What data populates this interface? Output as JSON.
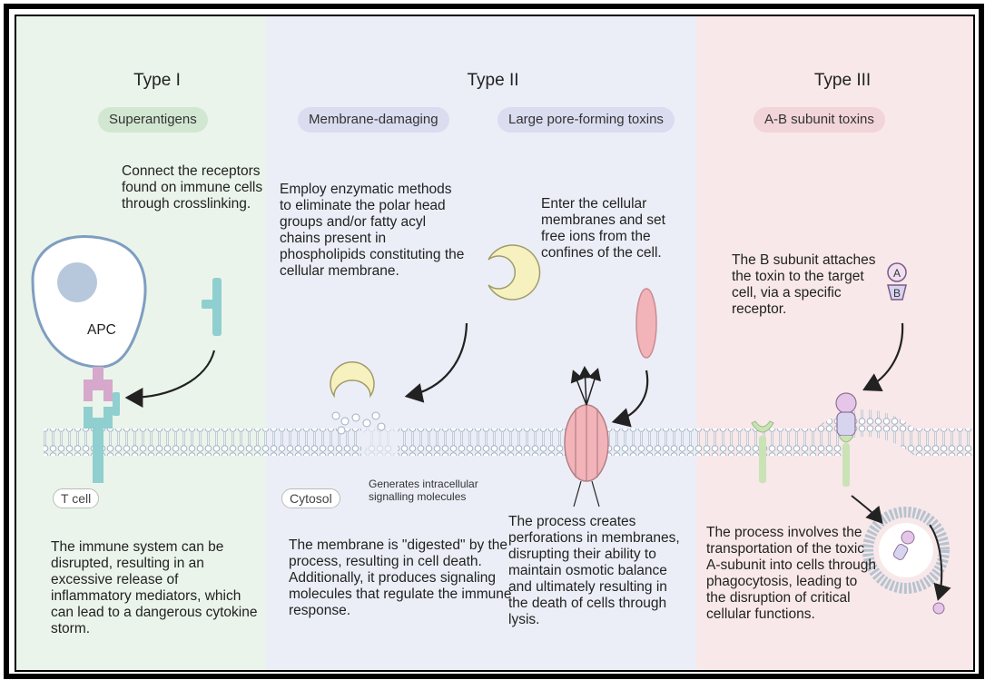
{
  "type1": {
    "title": "Type I",
    "category": "Superantigens",
    "desc": "Connect the receptors found on immune cells through crosslinking.",
    "cell_label": "APC",
    "side_label": "T cell",
    "outcome": "The immune system can be disrupted, resulting in an excessive release of inflammatory mediators, which can lead to a dangerous cytokine storm."
  },
  "type2": {
    "title": "Type II",
    "membrane_damaging": {
      "category": "Membrane-damaging",
      "desc": "Employ enzymatic methods to eliminate the polar head groups and/or fatty acyl chains present in phospholipids constituting the cellular membrane.",
      "side_label": "Cytosol",
      "note": "Generates intracellular signalling molecules",
      "outcome": "The membrane is \"digested\" by the process, resulting in cell death. Additionally, it produces signaling molecules that regulate the immune response."
    },
    "pore_forming": {
      "category": "Large pore-forming toxins",
      "desc": "Enter the cellular membranes and set free ions from the confines of the cell.",
      "outcome": "The process creates perforations in membranes, disrupting their ability to maintain osmotic balance and ultimately resulting in the death of cells through lysis."
    }
  },
  "type3": {
    "title": "Type III",
    "category": "A-B subunit toxins",
    "desc": "The B subunit attaches the toxin to the target cell, via a specific receptor.",
    "subunit_a": "A",
    "subunit_b": "B",
    "outcome": "The process involves the transportation of the toxic A-subunit into cells through phagocytosis, leading to the disruption of critical cellular functions."
  },
  "colors": {
    "type1_bg": "#eaf4ea",
    "type2_bg": "#eceef7",
    "type3_bg": "#f8e8e9",
    "membrane": "#b9c8d6",
    "toxin_yellow": "#f6f1bf",
    "toxin_pink": "#f2b4b9",
    "receptor_teal": "#8fcfcf",
    "receptor_mauve": "#d6a8cb"
  }
}
